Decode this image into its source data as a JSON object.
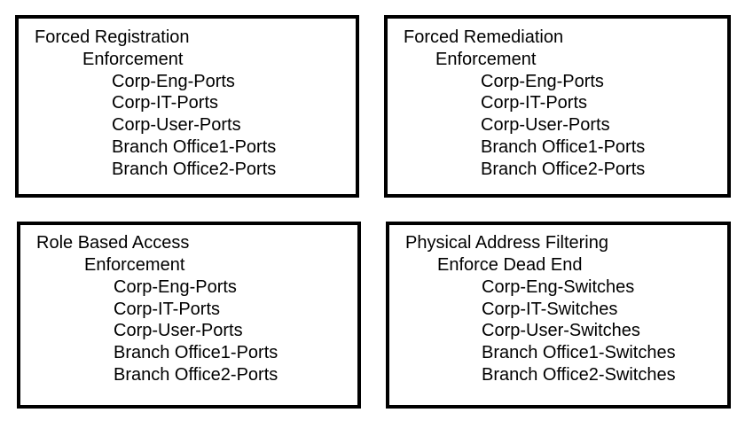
{
  "panels": [
    {
      "title": "Forced Registration",
      "action": "Enforcement",
      "items": [
        "Corp-Eng-Ports",
        "Corp-IT-Ports",
        "Corp-User-Ports",
        "Branch Office1-Ports",
        "Branch Office2-Ports"
      ]
    },
    {
      "title": "Forced Remediation",
      "action": "Enforcement",
      "items": [
        "Corp-Eng-Ports",
        "Corp-IT-Ports",
        "Corp-User-Ports",
        "Branch Office1-Ports",
        "Branch Office2-Ports"
      ]
    },
    {
      "title": "Role Based Access",
      "action": "Enforcement",
      "items": [
        "Corp-Eng-Ports",
        "Corp-IT-Ports",
        "Corp-User-Ports",
        "Branch Office1-Ports",
        "Branch Office2-Ports"
      ]
    },
    {
      "title": "Physical Address Filtering",
      "action": "Enforce Dead End",
      "items": [
        "Corp-Eng-Switches",
        "Corp-IT-Switches",
        "Corp-User-Switches",
        "Branch Office1-Switches",
        "Branch Office2-Switches"
      ]
    }
  ]
}
